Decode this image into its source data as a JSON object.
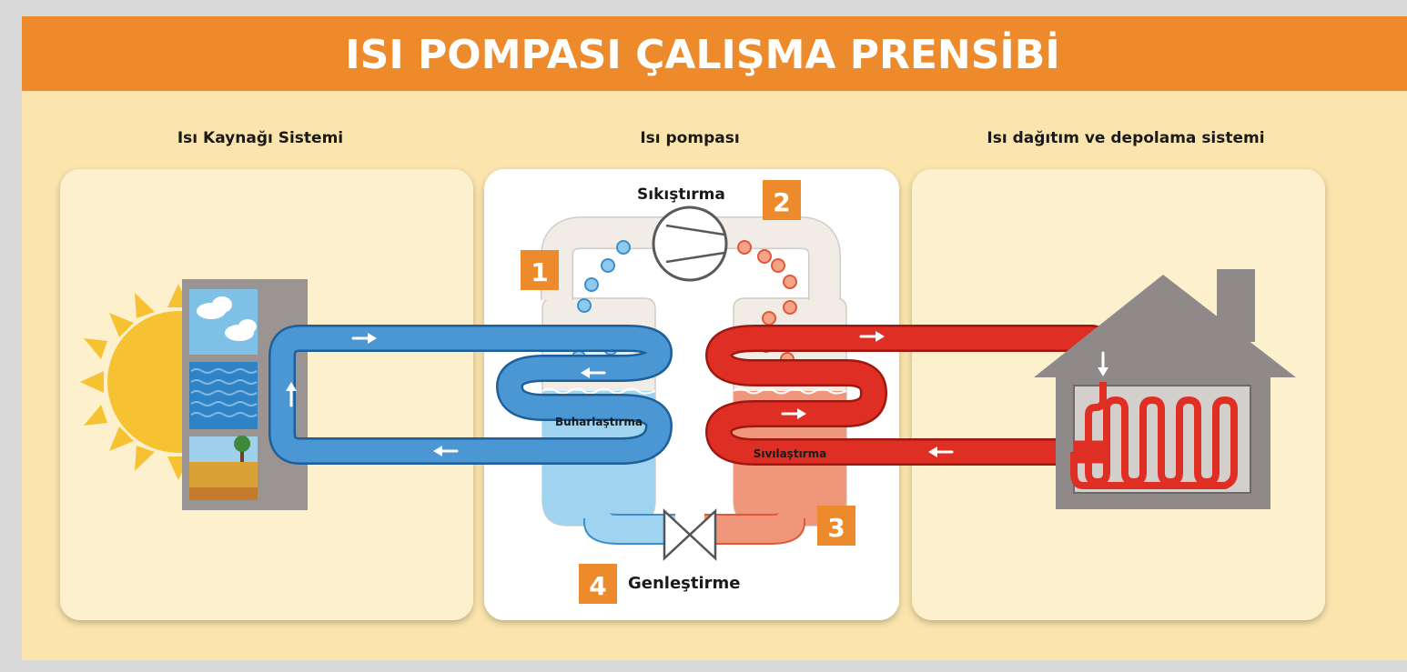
{
  "title": "ISI POMPASI ÇALIŞMA PRENSİBİ",
  "sections": {
    "source": "Isı Kaynağı Sistemi",
    "pump": "Isı pompası",
    "distribution": "Isı dağıtım ve depolama sistemi"
  },
  "stages": {
    "compression": {
      "number": "2",
      "label": "Sıkıştırma"
    },
    "evaporation": {
      "number": "1",
      "label": "Buharlaştırma"
    },
    "condensation": {
      "number": "3",
      "label": "Sıvılaştırma"
    },
    "expansion": {
      "number": "4",
      "label": "Genleştirme"
    }
  },
  "colors": {
    "banner": "#ec8a2c",
    "background": "#fce5ad",
    "panel_side": "#fdf0cd",
    "panel_center": "#ffffff",
    "cold_pipe": "#4b97d3",
    "hot_pipe": "#df2f24",
    "badge": "#ec8a2c",
    "sun": "#f7c232",
    "house": "#8f8a89"
  },
  "icons": [
    "sun-icon",
    "compressor-icon",
    "expansion-valve-icon",
    "house-icon",
    "radiator-icon",
    "flow-arrow-icon"
  ]
}
